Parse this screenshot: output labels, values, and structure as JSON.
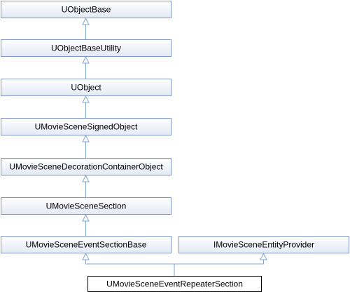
{
  "diagram": {
    "nodes": [
      {
        "id": "uobjectbase",
        "label": "UObjectBase",
        "current": false
      },
      {
        "id": "uobjectbaseutility",
        "label": "UObjectBaseUtility",
        "current": false
      },
      {
        "id": "uobject",
        "label": "UObject",
        "current": false
      },
      {
        "id": "umoviescenesignedobject",
        "label": "UMovieSceneSignedObject",
        "current": false
      },
      {
        "id": "umoviescenedecorationcontainerobject",
        "label": "UMovieSceneDecorationContainerObject",
        "current": false
      },
      {
        "id": "umoviescenesection",
        "label": "UMovieSceneSection",
        "current": false
      },
      {
        "id": "umoviesceneeventsectionbase",
        "label": "UMovieSceneEventSectionBase",
        "current": false
      },
      {
        "id": "imoviesceneentityprovider",
        "label": "IMovieSceneEntityProvider",
        "current": false
      },
      {
        "id": "umoviesceneeventrepeatersection",
        "label": "UMovieSceneEventRepeaterSection",
        "current": true
      }
    ],
    "edges": [
      {
        "from": "uobjectbaseutility",
        "to": "uobjectbase"
      },
      {
        "from": "uobject",
        "to": "uobjectbaseutility"
      },
      {
        "from": "umoviescenesignedobject",
        "to": "uobject"
      },
      {
        "from": "umoviescenedecorationcontainerobject",
        "to": "umoviescenesignedobject"
      },
      {
        "from": "umoviescenesection",
        "to": "umoviescenedecorationcontainerobject"
      },
      {
        "from": "umoviesceneeventsectionbase",
        "to": "umoviescenesection"
      },
      {
        "from": "umoviesceneeventrepeatersection",
        "to": "umoviesceneeventsectionbase"
      },
      {
        "from": "umoviesceneeventrepeatersection",
        "to": "imoviesceneentityprovider"
      }
    ],
    "colors": {
      "node_border": "#8198c8",
      "node_fill_top": "#ffffff",
      "node_fill_bottom": "#e3e9f5",
      "current_border": "#000000",
      "edge": "#7fa7d1"
    }
  }
}
